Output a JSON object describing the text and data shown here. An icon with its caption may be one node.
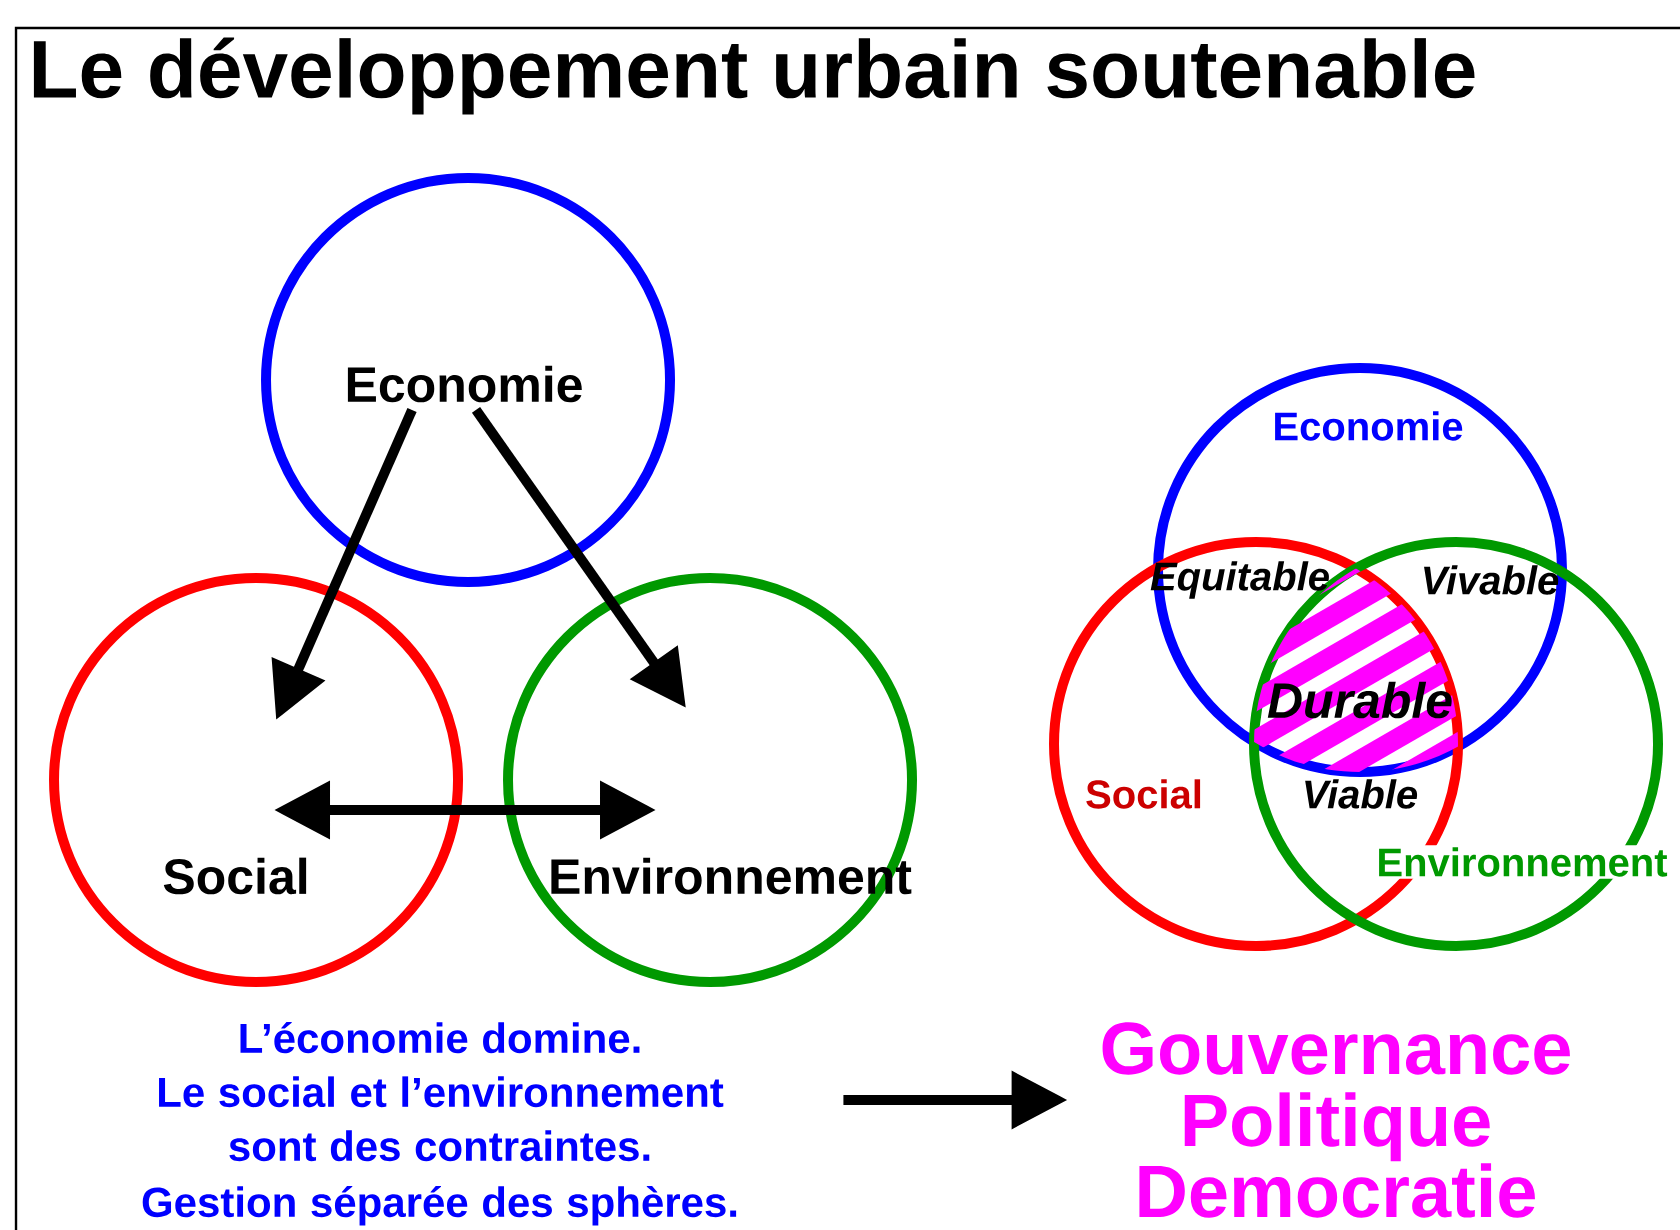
{
  "diagram": {
    "title": "Le développement urbain soutenable",
    "nodes": [
      {
        "text": [
          "Economie"
        ]
      },
      {
        "text": [
          "Social"
        ]
      },
      {
        "text": [
          "Environnement"
        ]
      },
      {
        "text": [
          "Economie"
        ]
      },
      {
        "text": [
          "Social"
        ]
      },
      {
        "text": [
          "Environnement"
        ]
      },
      {
        "text": [
          "L’économie domine.",
          "Le social et l’environnement sont des contraintes.",
          "Gestion séparée des sphères."
        ]
      },
      {
        "text": [
          "Gouvernance",
          "Politique",
          "Democratie"
        ]
      }
    ],
    "edges": [
      {
        "from": 0,
        "to": 1,
        "arrow": "to"
      },
      {
        "from": 0,
        "to": 2,
        "arrow": "to"
      },
      {
        "from": 1,
        "to": 2,
        "arrow": "both"
      },
      {
        "from": 6,
        "to": 7,
        "arrow": "to"
      }
    ],
    "labels": [
      "Equitable",
      "Vivable",
      "Durable",
      "Viable"
    ]
  }
}
